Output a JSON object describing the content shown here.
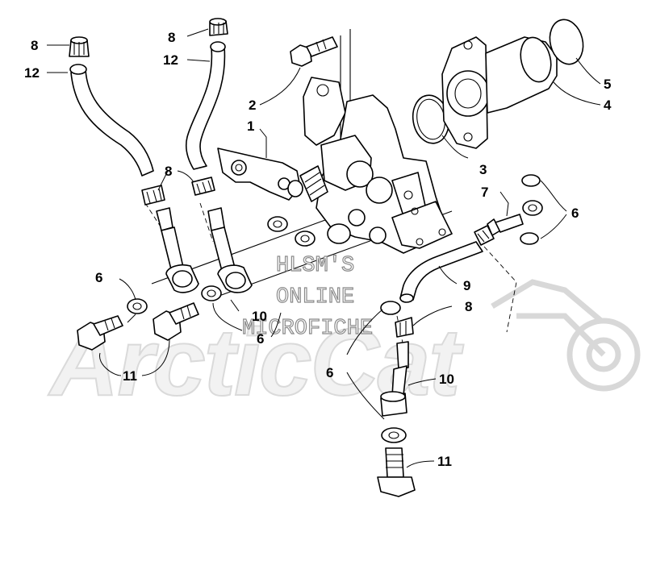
{
  "watermark": {
    "brand": "ArcticCat",
    "lines": [
      "HLSM'S",
      "ONLINE",
      "MICROFICHE"
    ]
  },
  "callouts": [
    {
      "id": "c1",
      "label": "1"
    },
    {
      "id": "c2",
      "label": "2"
    },
    {
      "id": "c3",
      "label": "3"
    },
    {
      "id": "c4",
      "label": "4"
    },
    {
      "id": "c5",
      "label": "5"
    },
    {
      "id": "c6a",
      "label": "6"
    },
    {
      "id": "c6b",
      "label": "6"
    },
    {
      "id": "c6c",
      "label": "6"
    },
    {
      "id": "c6d",
      "label": "6"
    },
    {
      "id": "c7",
      "label": "7"
    },
    {
      "id": "c8a",
      "label": "8"
    },
    {
      "id": "c8b",
      "label": "8"
    },
    {
      "id": "c8c",
      "label": "8"
    },
    {
      "id": "c8d",
      "label": "8"
    },
    {
      "id": "c9",
      "label": "9"
    },
    {
      "id": "c10a",
      "label": "10"
    },
    {
      "id": "c10b",
      "label": "10"
    },
    {
      "id": "c11a",
      "label": "11"
    },
    {
      "id": "c11b",
      "label": "11"
    },
    {
      "id": "c12a",
      "label": "12"
    },
    {
      "id": "c12b",
      "label": "12"
    }
  ]
}
